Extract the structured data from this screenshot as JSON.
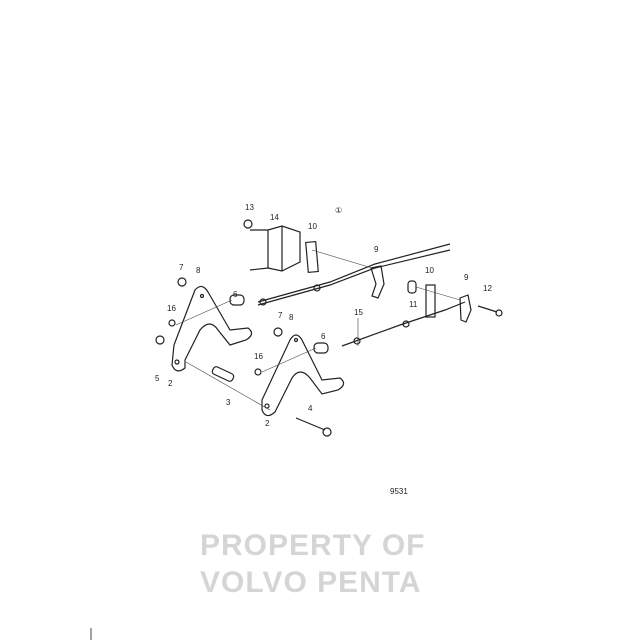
{
  "diagram_number": "9531",
  "group_marker": "①",
  "watermark": [
    "PROPERTY OF",
    "VOLVO PENTA"
  ],
  "part_labels": [
    {
      "id": "13",
      "text": "13"
    },
    {
      "id": "14",
      "text": "14"
    },
    {
      "id": "10a",
      "text": "10"
    },
    {
      "id": "9a",
      "text": "9"
    },
    {
      "id": "7a",
      "text": "7"
    },
    {
      "id": "8a",
      "text": "8"
    },
    {
      "id": "16a",
      "text": "16"
    },
    {
      "id": "6a",
      "text": "6"
    },
    {
      "id": "5",
      "text": "5"
    },
    {
      "id": "2a",
      "text": "2"
    },
    {
      "id": "3",
      "text": "3"
    },
    {
      "id": "4",
      "text": "4"
    },
    {
      "id": "2b",
      "text": "2"
    },
    {
      "id": "7b",
      "text": "7"
    },
    {
      "id": "8b",
      "text": "8"
    },
    {
      "id": "16b",
      "text": "16"
    },
    {
      "id": "6b",
      "text": "6"
    },
    {
      "id": "15",
      "text": "15"
    },
    {
      "id": "11",
      "text": "11"
    },
    {
      "id": "10b",
      "text": "10"
    },
    {
      "id": "9b",
      "text": "9"
    },
    {
      "id": "12",
      "text": "12"
    }
  ]
}
